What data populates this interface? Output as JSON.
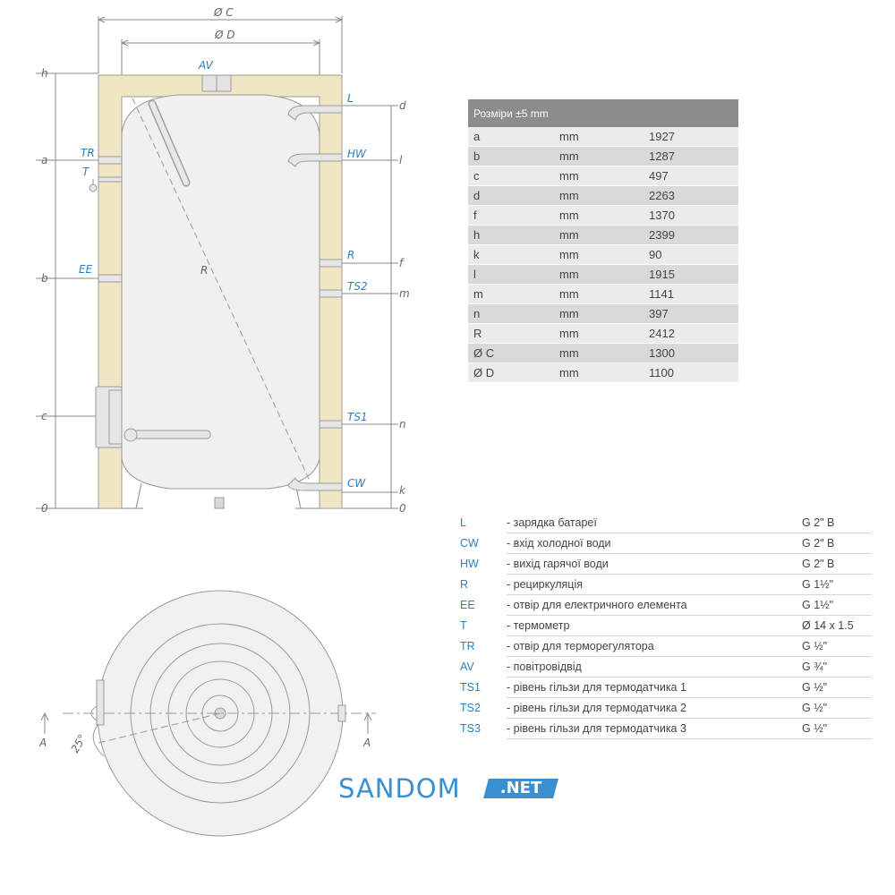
{
  "drawing": {
    "top_dims": [
      "Ø C",
      "Ø D"
    ],
    "left_levels": [
      "h",
      "a",
      "b",
      "c",
      "0"
    ],
    "right_levels": [
      "d",
      "l",
      "f",
      "m",
      "n",
      "k",
      "0"
    ],
    "left_connections": [
      "TR",
      "T",
      "EE"
    ],
    "right_connections": [
      "L",
      "HW",
      "R",
      "TS2",
      "TS1",
      "CW"
    ],
    "top_connection": "AV",
    "radius_label": "R",
    "section_marks": [
      "A",
      "A"
    ],
    "angle_label": "25°"
  },
  "dimensions_table": {
    "header": "Розміри ±5 mm",
    "rows": [
      {
        "param": "a",
        "unit": "mm",
        "value": "1927"
      },
      {
        "param": "b",
        "unit": "mm",
        "value": "1287"
      },
      {
        "param": "c",
        "unit": "mm",
        "value": "497"
      },
      {
        "param": "d",
        "unit": "mm",
        "value": "2263"
      },
      {
        "param": "f",
        "unit": "mm",
        "value": "1370"
      },
      {
        "param": "h",
        "unit": "mm",
        "value": "2399"
      },
      {
        "param": "k",
        "unit": "mm",
        "value": "90"
      },
      {
        "param": "l",
        "unit": "mm",
        "value": "1915"
      },
      {
        "param": "m",
        "unit": "mm",
        "value": "1141"
      },
      {
        "param": "n",
        "unit": "mm",
        "value": "397"
      },
      {
        "param": "R",
        "unit": "mm",
        "value": "2412"
      },
      {
        "param": "Ø C",
        "unit": "mm",
        "value": "1300"
      },
      {
        "param": "Ø D",
        "unit": "mm",
        "value": "1100"
      }
    ]
  },
  "legend": [
    {
      "code": "L",
      "desc": "- зарядка батареї",
      "size": "G 2\" B"
    },
    {
      "code": "CW",
      "desc": "- вхід холодної води",
      "size": "G 2\" B"
    },
    {
      "code": "HW",
      "desc": "- вихід гарячої води",
      "size": "G 2\" B"
    },
    {
      "code": "R",
      "desc": "- рециркуляція",
      "size": "G 1½\""
    },
    {
      "code": "EE",
      "desc": "- отвір для електричного елемента",
      "size": "G 1½\""
    },
    {
      "code": "T",
      "desc": "- термометр",
      "size": "Ø 14 x 1.5"
    },
    {
      "code": "TR",
      "desc": "- отвір для терморегулятора",
      "size": "G ½\""
    },
    {
      "code": "AV",
      "desc": "- повітровідвід",
      "size": "G ¾\""
    },
    {
      "code": "TS1",
      "desc": "- рівень гільзи для термодатчика 1",
      "size": "G ½\""
    },
    {
      "code": "TS2",
      "desc": "- рівень гільзи для термодатчика 2",
      "size": "G ½\""
    },
    {
      "code": "TS3",
      "desc": "- рівень гільзи для термодатчика 3",
      "size": "G ½\""
    }
  ],
  "brand": {
    "main": "SANDOM",
    "suffix": ".NET"
  },
  "colors": {
    "insulation": "#f1e6c4",
    "tank": "#f0f0f0",
    "accent": "#2b7fc2",
    "lines": "#8a8a8a",
    "table_header": "#8c8c8c"
  }
}
